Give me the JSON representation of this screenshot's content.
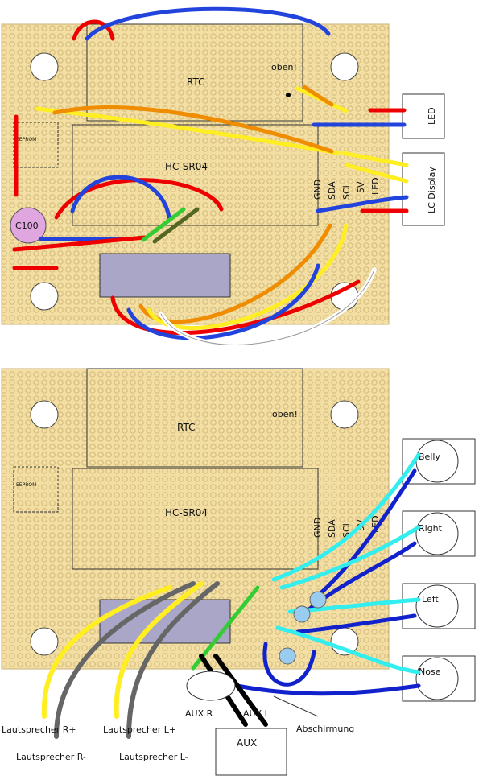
{
  "top": {
    "module_rtc": "RTC",
    "module_hcsr04": "HC-SR04",
    "note_oben": "oben!",
    "eeprom": "EEPROM",
    "capacitor": "C100",
    "pins": [
      "GND",
      "SDA",
      "SCL",
      "5V",
      "LED"
    ],
    "box_led": "LED",
    "box_lcd": "LC Display"
  },
  "bottom": {
    "module_rtc": "RTC",
    "module_hcsr04": "HC-SR04",
    "note_oben": "oben!",
    "eeprom": "EEPROM",
    "pins": [
      "GND",
      "SDA",
      "SCL",
      "5V",
      "LED"
    ],
    "sensors": [
      "Belly",
      "Right",
      "Left",
      "Nose"
    ],
    "aux_box": "AUX",
    "aux_r": "AUX R",
    "aux_l": "AUX L",
    "shield": "Abschirmung",
    "spk_r_plus": "Lautsprecher R+",
    "spk_r_minus": "Lautsprecher R-",
    "spk_l_plus": "Lautsprecher L+",
    "spk_l_minus": "Lautsprecher L-"
  },
  "colors": {
    "board": "#f3dfa3",
    "hole": "#d9c48a",
    "red": "#ee0000",
    "blue": "#2244dd",
    "orange": "#f08c00",
    "yellow": "#ffee22",
    "cyan": "#33eeee",
    "gray": "#666666",
    "black": "#000000",
    "green": "#33cc33",
    "olive": "#556622",
    "header": "#aaa6c8"
  }
}
